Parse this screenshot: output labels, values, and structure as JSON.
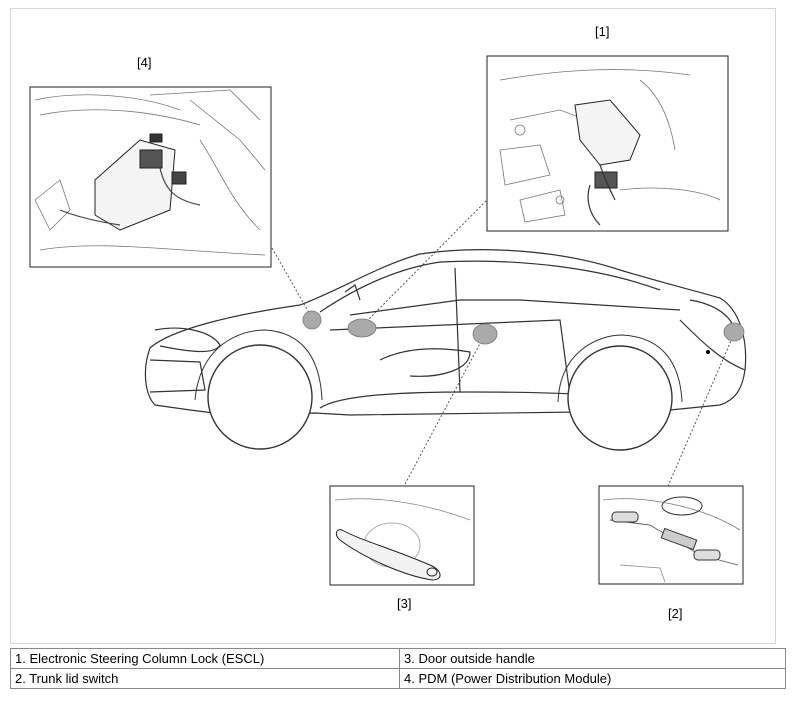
{
  "callouts": {
    "c1": "[1]",
    "c2": "[2]",
    "c3": "[3]",
    "c4": "[4]"
  },
  "legend": {
    "row1": {
      "left": "1. Electronic Steering Column Lock (ESCL)",
      "right": "3. Door outside handle"
    },
    "row2": {
      "left": "2. Trunk lid switch",
      "right": "4. PDM (Power Distribution Module)"
    }
  }
}
